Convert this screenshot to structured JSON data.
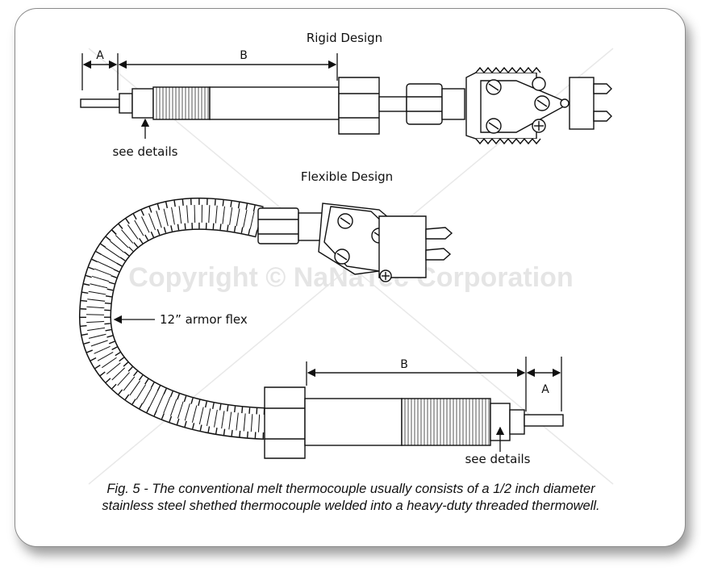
{
  "watermark": "Copyright © NaNaTec Corporation",
  "rigid": {
    "title": "Rigid Design",
    "dim_a": "A",
    "dim_b": "B",
    "callout": "see details"
  },
  "flexible": {
    "title": "Flexible Design",
    "armor_label": "12” armor flex",
    "dim_a": "A",
    "dim_b": "B",
    "callout": "see details"
  },
  "caption": {
    "line1": "Fig. 5 - The conventional melt thermocouple usually consists of a 1/2 inch diameter",
    "line2": "stainless steel shethed thermocouple welded into a heavy-duty threaded thermowell."
  }
}
